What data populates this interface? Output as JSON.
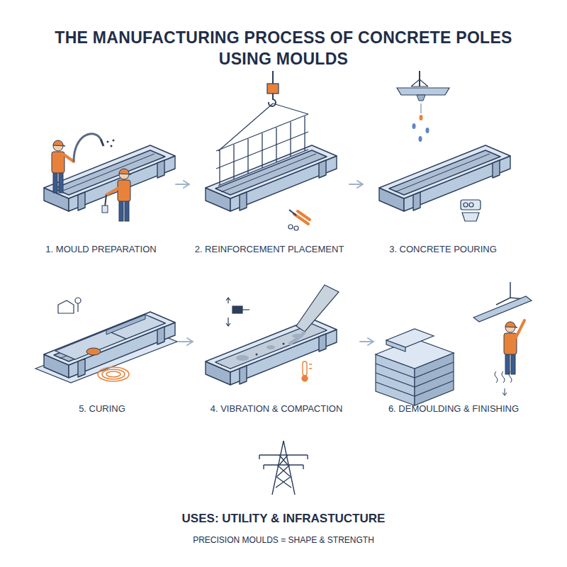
{
  "diagram": {
    "title": "THE MANUFACTURING PROCESS OF CONCRETE POLES USING MOULDS",
    "nodes": [
      {
        "text": [
          "1. MOULD PREPARATION"
        ]
      },
      {
        "text": [
          "2. REINFORCEMENT PLACEMENT"
        ]
      },
      {
        "text": [
          "3. CONCRETE POURING"
        ]
      },
      {
        "text": [
          "5. CURING"
        ]
      },
      {
        "text": [
          "4. VIBRATION & COMPACTION"
        ]
      },
      {
        "text": [
          "6. DEMOULDING & FINISHING"
        ]
      }
    ],
    "edges": [
      {
        "from": 0,
        "to": 1,
        "arrow": "to"
      },
      {
        "from": 1,
        "to": 2,
        "arrow": "to"
      },
      {
        "from": 3,
        "to": 4,
        "arrow": "to"
      },
      {
        "from": 4,
        "to": 5,
        "arrow": "to"
      }
    ],
    "labels": [
      "USES: UTILITY & INFRASTUCTURE",
      "PRECISION MOULDS = SHAPE & STRENGTH"
    ]
  }
}
